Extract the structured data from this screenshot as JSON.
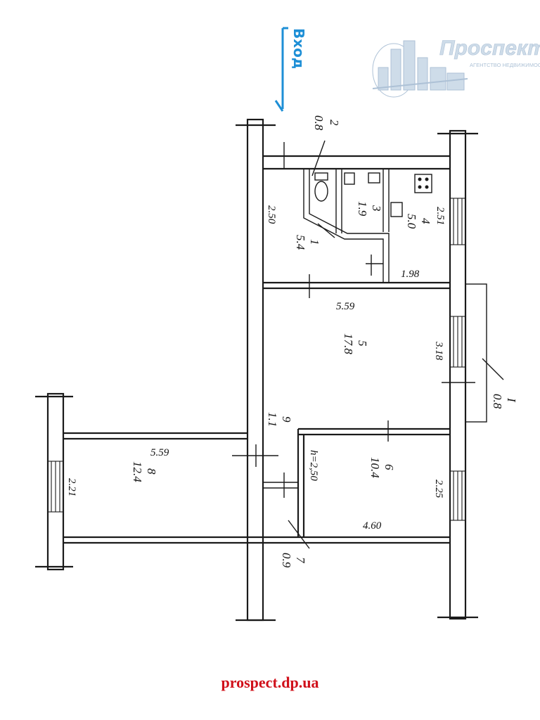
{
  "entrance": {
    "label": "Вход"
  },
  "logo": {
    "name": "Проспект",
    "tagline": "АГЕНТСТВО НЕДВИЖИМОСТИ"
  },
  "footer": {
    "site": "prospect.dp.ua"
  },
  "rooms": {
    "r1": {
      "num": "1",
      "area": "5.4"
    },
    "r2": {
      "num": "2",
      "area": "0.8"
    },
    "r3": {
      "num": "3",
      "area": "1.9"
    },
    "r4": {
      "num": "4",
      "area": "5.0"
    },
    "r5": {
      "num": "5",
      "area": "17.8"
    },
    "r6": {
      "num": "6",
      "area": "10.4"
    },
    "r7": {
      "num": "7",
      "area": "0.9"
    },
    "r8": {
      "num": "8",
      "area": "12.4"
    },
    "r9": {
      "num": "9",
      "area": "1.1"
    },
    "balcony": {
      "num": "I",
      "area": "0.8"
    }
  },
  "dims": {
    "hall_w": "2.50",
    "kitchen_w": "2.51",
    "kitchen_l": "1.98",
    "room5_l": "5.59",
    "room5_w": "3.18",
    "room8_l": "5.59",
    "room8_w": "2.21",
    "ceiling": "h=2,50",
    "room6_l": "4.60",
    "room6_w": "2.25"
  },
  "colors": {
    "entrance": "#1e8fd6",
    "site": "#d0101a",
    "logo": "#9fb7cf",
    "ink": "#1a1a1a"
  }
}
